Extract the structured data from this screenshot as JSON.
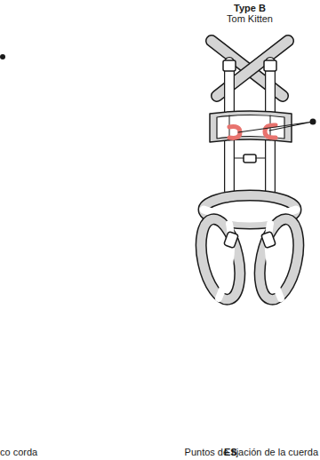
{
  "diagram": {
    "labels": [
      "Type B",
      "Tom Kitten",
      "co corda",
      "ES",
      "Puntos de fijación de la cuerda"
    ]
  }
}
